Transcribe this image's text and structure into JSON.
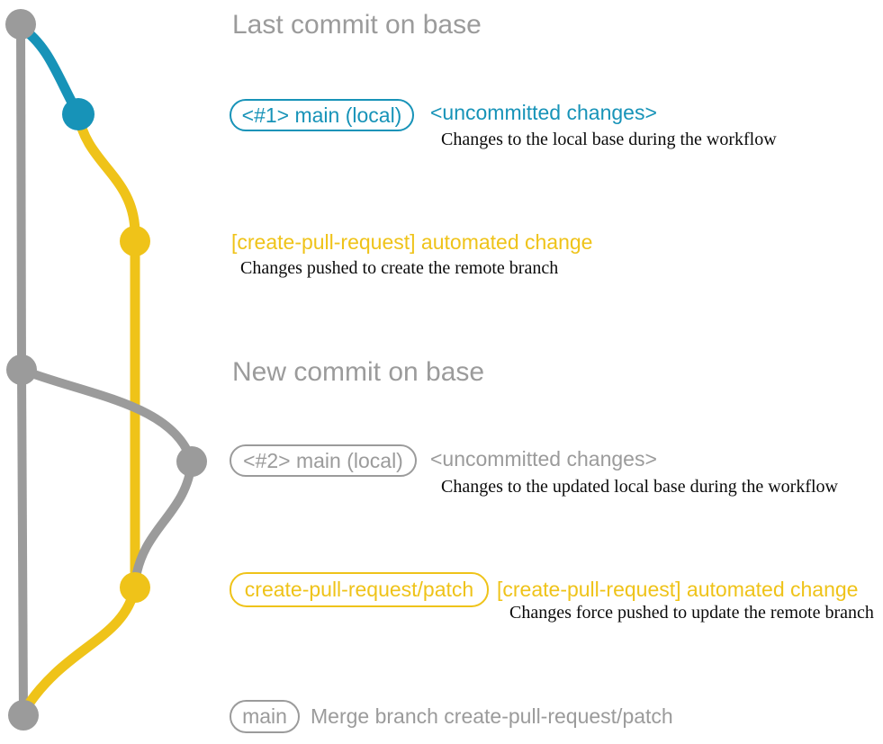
{
  "colors": {
    "gray": "#9B9B9B",
    "blue": "#1793B8",
    "yellow": "#EFC319",
    "ink": "#0B0B0B",
    "background": "#FFFFFF"
  },
  "rows": {
    "last_commit": {
      "title": "Last commit on base"
    },
    "uncommitted_1": {
      "badge": "<#1> main (local)",
      "label": "<uncommitted changes>",
      "description": "Changes to the local base during the workflow"
    },
    "automated_1": {
      "label": "[create-pull-request] automated change",
      "description": "Changes pushed to create the remote branch"
    },
    "new_commit": {
      "title": "New commit on base"
    },
    "uncommitted_2": {
      "badge": "<#2> main (local)",
      "label": "<uncommitted changes>",
      "description": "Changes to the updated local base during the workflow"
    },
    "automated_2": {
      "badge": "create-pull-request/patch",
      "label": "[create-pull-request] automated change",
      "description": "Changes force pushed to update the remote branch"
    },
    "merge": {
      "badge": "main",
      "label": "Merge branch create-pull-request/patch"
    }
  }
}
